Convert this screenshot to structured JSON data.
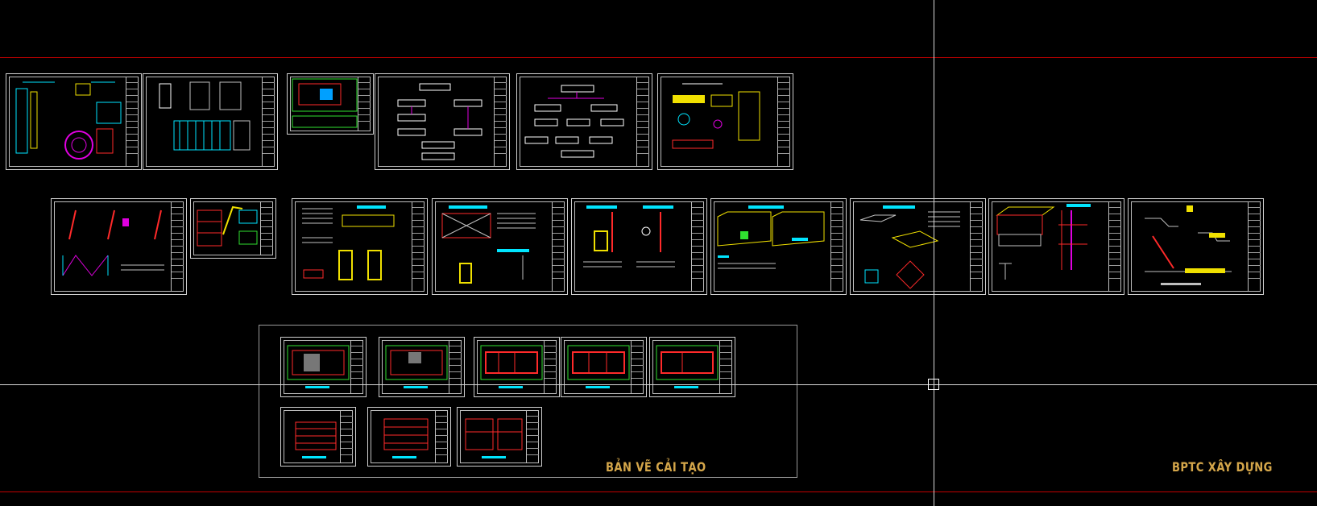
{
  "app": {
    "view": "model-space"
  },
  "colors": {
    "background": "#000000",
    "ucs_axis_line": "#c00000",
    "crosshair": "#d8d8d8",
    "sheet_frame": "#cfcfcf",
    "label_text": "#d4a64a",
    "cyan_detail": "#00e5ff",
    "magenta_detail": "#e000e0",
    "yellow_detail": "#f0e000",
    "red_detail": "#ff2a2a",
    "green_detail": "#30e030"
  },
  "labels": {
    "renovation_drawings": "BẢN VẼ CẢI TẠO",
    "construction_method": "BPTC XÂY DỰNG"
  },
  "cursor": {
    "icon": "crosshair-cursor",
    "pickbox_icon": "pickbox-square"
  }
}
